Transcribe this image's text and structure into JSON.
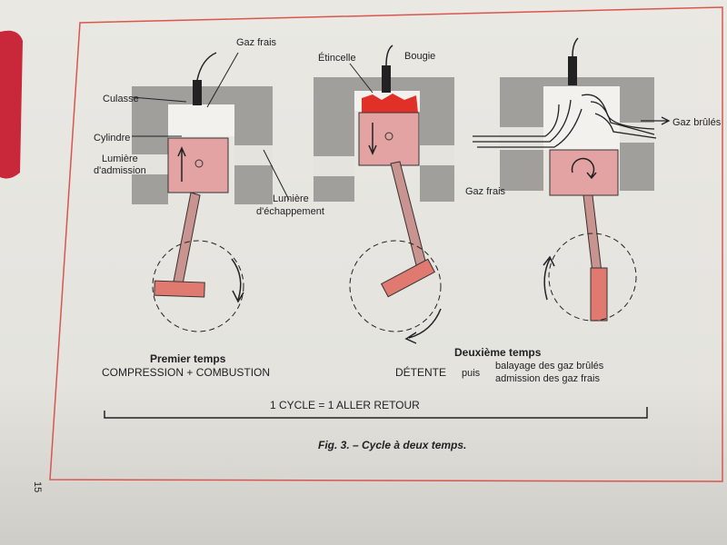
{
  "colors": {
    "frame": "#d9564f",
    "block": "#9d9c98",
    "piston": "#e3a3a3",
    "flame": "#e03028",
    "rod": "#c9938f"
  },
  "labels": {
    "gaz_frais_top": "Gaz frais",
    "culasse": "Culasse",
    "cylindre": "Cylindre",
    "lumiere_admission_1": "Lumière",
    "lumiere_admission_2": "d'admission",
    "lumiere_echappement_1": "Lumière",
    "lumiere_echappement_2": "d'échappement",
    "etincelle": "Étincelle",
    "bougie": "Bougie",
    "gaz_brules": "Gaz brûlés",
    "gaz_frais_side": "Gaz frais"
  },
  "captions": {
    "premier_temps": "Premier temps",
    "premier_desc": "COMPRESSION + COMBUSTION",
    "deuxieme_temps": "Deuxième temps",
    "detente": "DÉTENTE",
    "puis": "puis",
    "balayage": "balayage des gaz brûlés",
    "admission": "admission des gaz frais",
    "cycle": "1 CYCLE = 1 ALLER RETOUR",
    "figure": "Fig. 3. – Cycle à deux temps."
  },
  "page_number": "15"
}
